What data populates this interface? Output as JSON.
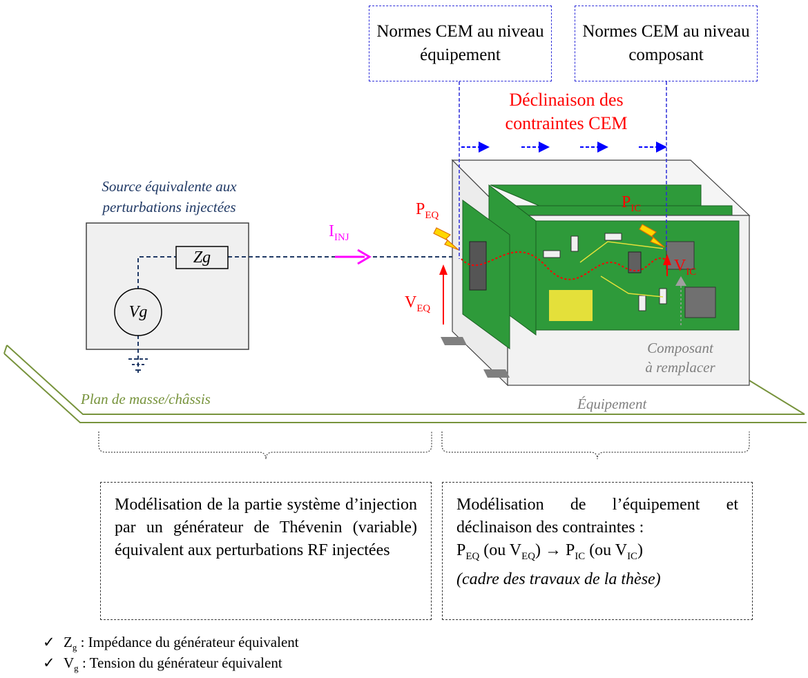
{
  "norms": {
    "equipment": "Normes CEM au niveau équipement",
    "component": "Normes CEM au niveau composant"
  },
  "declination": {
    "line1": "Déclinaison des",
    "line2": "contraintes CEM"
  },
  "source": {
    "title_line1": "Source équivalente aux",
    "title_line2": "perturbations injectées",
    "impedance": "Zg",
    "voltage": "Vg"
  },
  "labels": {
    "iinj": "I",
    "iinj_sub": "INJ",
    "peq": "P",
    "peq_sub": "EQ",
    "veq": "V",
    "veq_sub": "EQ",
    "pic": "P",
    "pic_sub": "IC",
    "vic": "V",
    "vic_sub": "IC",
    "component_line1": "Composant",
    "component_line2": "à remplacer",
    "ground": "Plan de masse/châssis",
    "equipment": "Équipement"
  },
  "bottom": {
    "left": "Modélisation de la partie système d’injection par un générateur de Thévenin (variable) équivalent aux perturbations RF injectées",
    "right_line1": "Modélisation de l’équipement et déclinaison des contraintes :",
    "right_formula": {
      "p_eq": "P",
      "p_eq_sub": "EQ",
      "ou1": " (ou ",
      "v_eq": "V",
      "v_eq_sub": "EQ",
      "arrow": ") → ",
      "p_ic": "P",
      "p_ic_sub": "IC",
      "ou2": " (ou ",
      "v_ic": "V",
      "v_ic_sub": "IC",
      "close": ")"
    },
    "right_line3": "(cadre des travaux de la thèse)"
  },
  "legend": [
    {
      "sym": "Z",
      "sub": "g",
      "text": " : Impédance du générateur équivalent"
    },
    {
      "sym": "V",
      "sub": "g",
      "text": " : Tension du générateur équivalent"
    }
  ],
  "colors": {
    "red": "#ff0000",
    "magenta": "#ff00ff",
    "navy": "#1f3864",
    "blue": "#0000ff",
    "pcb": "#2e9a3a",
    "olive": "#77933c",
    "gray": "#7f7f7f"
  }
}
